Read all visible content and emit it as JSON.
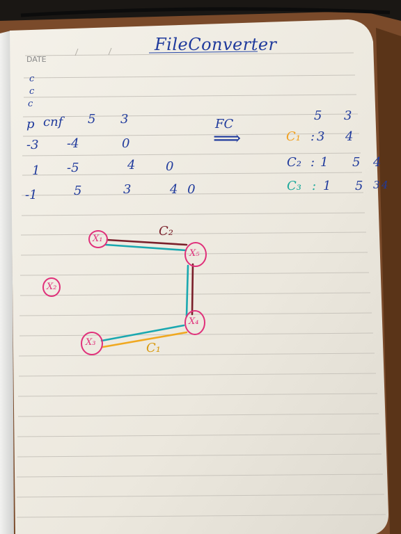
{
  "page": {
    "title": "FileConverter",
    "date_label": "DATE"
  },
  "cnf": {
    "c_marks": [
      "c",
      "c",
      "c"
    ],
    "header": [
      "p",
      "cnf",
      "5",
      "3"
    ],
    "rows": [
      [
        "-3",
        "-4",
        "0"
      ],
      [
        "1",
        "-5",
        "4",
        "0"
      ],
      [
        "-1",
        "5",
        "3",
        "4 0"
      ]
    ]
  },
  "converter": {
    "label": "FC",
    "arrow": "⟹"
  },
  "output": {
    "header": [
      "5",
      "3"
    ],
    "clauses": [
      {
        "name": "C₁",
        "colon": ":",
        "values": [
          "3",
          "4"
        ],
        "color": "#f0a020"
      },
      {
        "name": "C₂",
        "colon": ":",
        "values": [
          "1",
          "5",
          "4"
        ],
        "color": "#1f3a9c"
      },
      {
        "name": "C₃",
        "colon": ":",
        "values": [
          "1",
          "5",
          "3",
          "4"
        ],
        "color": "#1aa89a"
      }
    ]
  },
  "graph": {
    "nodes": [
      "X₁",
      "X₂",
      "X₃",
      "X₄",
      "X₅"
    ],
    "edge_labels": [
      "C₂",
      "C₁"
    ],
    "colors": {
      "node": "#e0307a",
      "c1": "#f0a820",
      "c2": "#7a1f2a",
      "c3": "#1aa8b0"
    }
  }
}
